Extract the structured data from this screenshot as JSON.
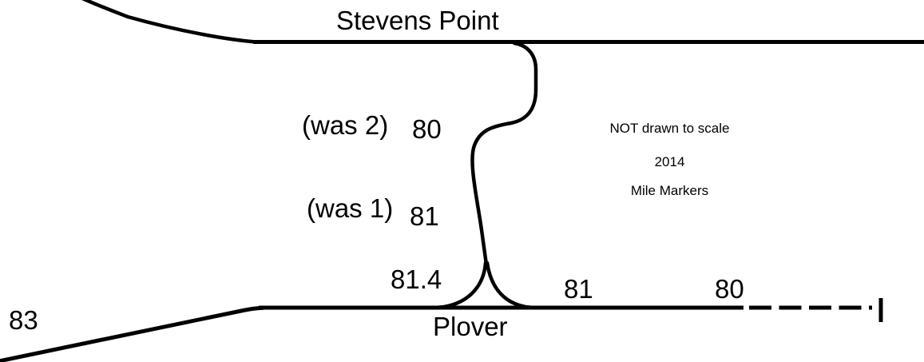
{
  "diagram": {
    "top_city": "Stevens Point",
    "bottom_city": "Plover",
    "notes": {
      "line1": "NOT drawn to scale",
      "line2": "2014",
      "line3": "Mile Markers"
    },
    "markers": {
      "was2_prefix": "(was 2)",
      "was2_value": "80",
      "was1_prefix": "(was 1)",
      "was1_value": "81",
      "ramp_value": "81.4",
      "plover_east_value": "81",
      "plover_far_east_value": "80",
      "west_value": "83"
    },
    "colors": {
      "line": "#000000",
      "background": "#ffffff",
      "text": "#000000"
    }
  }
}
